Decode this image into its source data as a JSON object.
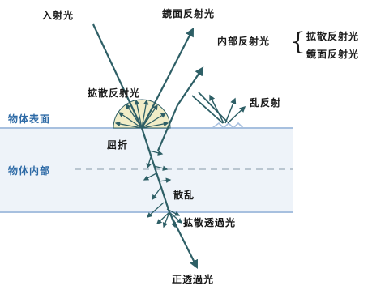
{
  "labels": {
    "incident": "入射光",
    "specular": "鏡面反射光",
    "internal": "内部反射光",
    "diffuse_reflection_top": "拡散反射光",
    "diffuse_reflection_sub": "拡散反射光",
    "specular_sub": "鏡面反射光",
    "scatter_reflection": "乱反射",
    "surface": "物体表面",
    "interior": "物体内部",
    "refraction": "屈折",
    "scattering": "散乱",
    "diffuse_transmission": "拡散透過光",
    "regular_transmission": "正透過光"
  },
  "colors": {
    "ray": "#2e5f66",
    "surface_line": "#a7c0df",
    "body_fill": "#eef3f9",
    "fan_fill": "#f1edc8",
    "label_blue": "#2d6aa6"
  }
}
